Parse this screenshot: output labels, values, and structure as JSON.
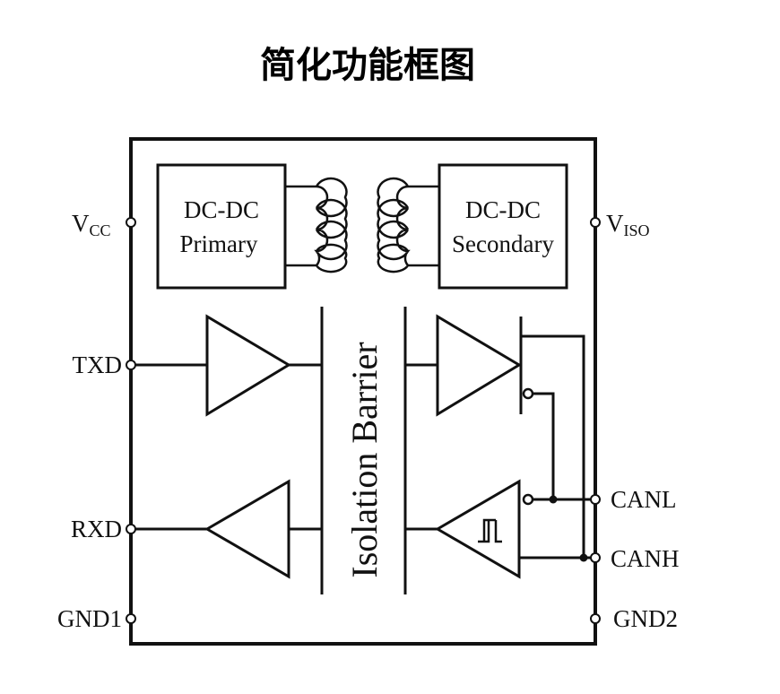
{
  "title": "简化功能框图",
  "blocks": {
    "primary": {
      "line1": "DC-DC",
      "line2": "Primary"
    },
    "secondary": {
      "line1": "DC-DC",
      "line2": "Secondary"
    }
  },
  "barrier_label": "Isolation Barrier",
  "pins": {
    "vcc": {
      "main": "V",
      "sub": "CC"
    },
    "viso": {
      "main": "V",
      "sub": "ISO"
    },
    "txd": "TXD",
    "rxd": "RXD",
    "gnd1": "GND1",
    "canl": "CANL",
    "canh": "CANH",
    "gnd2": "GND2"
  }
}
